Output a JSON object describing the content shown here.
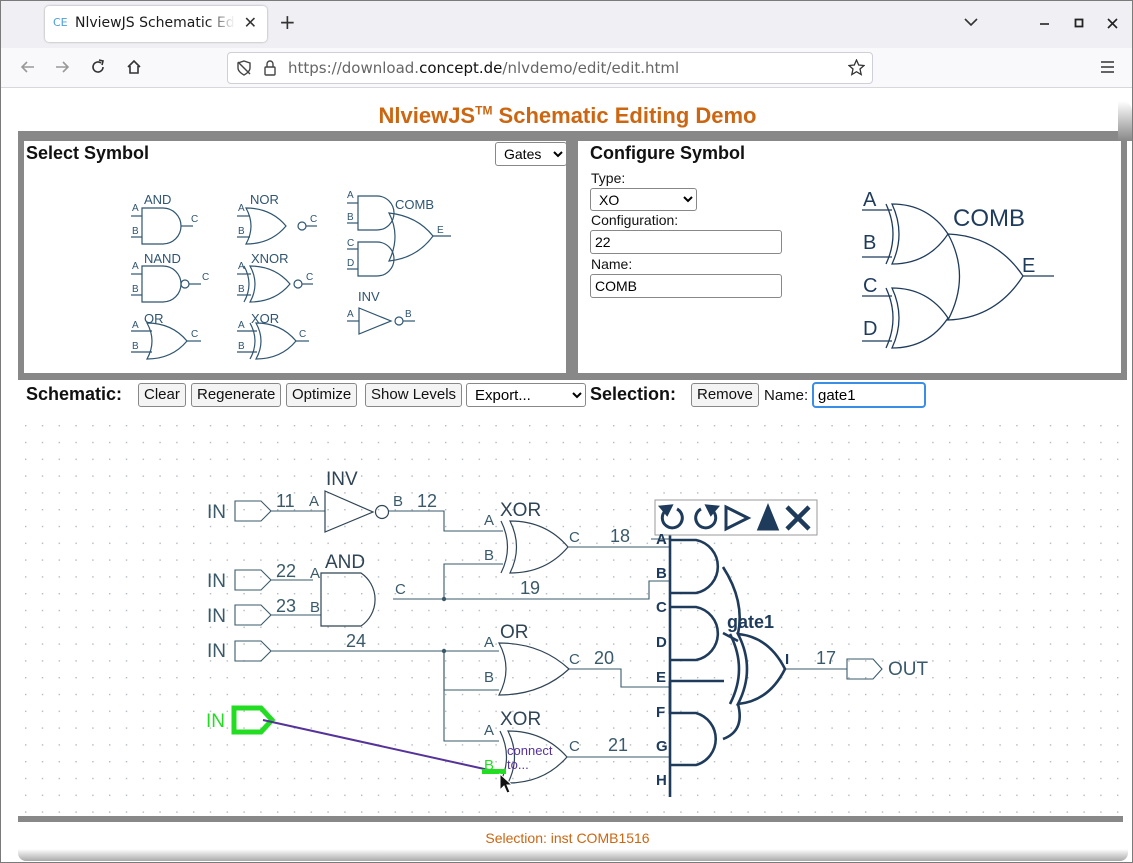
{
  "browser": {
    "tab_favicon": "CE",
    "tab_title": "NlviewJS Schematic Editing",
    "tab_close": "✕",
    "new_tab": "+",
    "url_prefix": "https://download.",
    "url_domain": "concept.de",
    "url_path": "/nlvdemo/edit/edit.html",
    "icons": [
      "back-icon",
      "forward-icon",
      "reload-icon",
      "home-icon",
      "shield-icon",
      "lock-icon",
      "star-icon",
      "menu-icon",
      "minimize-icon",
      "maximize-icon",
      "close-icon"
    ]
  },
  "page": {
    "title": "NlviewJS",
    "title_tm": "TM",
    "title_rest": " Schematic Editing Demo",
    "status": "Selection: inst COMB1516"
  },
  "select_symbol": {
    "heading": "Select Symbol",
    "library": "Gates",
    "gates": {
      "and": "AND",
      "nor": "NOR",
      "comb": "COMB",
      "nand": "NAND",
      "xnor": "XNOR",
      "inv": "INV",
      "or": "OR",
      "xor": "XOR",
      "pin_a": "A",
      "pin_b": "B",
      "pin_c": "C",
      "pin_d": "D",
      "pin_e": "E"
    }
  },
  "configure_symbol": {
    "heading": "Configure Symbol",
    "type_label": "Type:",
    "type_value": "XO",
    "config_label": "Configuration:",
    "config_value": "22",
    "name_label": "Name:",
    "name_value": "COMB",
    "preview": {
      "name": "COMB",
      "pins": [
        "A",
        "B",
        "C",
        "D",
        "E"
      ]
    }
  },
  "schematic_toolbar": {
    "label": "Schematic:",
    "clear": "Clear",
    "regenerate": "Regenerate",
    "optimize": "Optimize",
    "show_levels": "Show Levels",
    "export": "Export..."
  },
  "selection_toolbar": {
    "label": "Selection:",
    "remove": "Remove",
    "name_label": "Name:",
    "name_value": "gate1"
  },
  "schematic": {
    "ports_in": [
      "IN",
      "IN",
      "IN",
      "IN",
      "IN"
    ],
    "port_out": "OUT",
    "nets": [
      "11",
      "12",
      "22",
      "23",
      "24",
      "18",
      "19",
      "20",
      "21",
      "17"
    ],
    "inv": {
      "name": "INV",
      "a": "A",
      "b": "B"
    },
    "and": {
      "name": "AND",
      "a": "A",
      "b": "B",
      "c": "C"
    },
    "xor1": {
      "name": "XOR",
      "a": "A",
      "b": "B",
      "c": "C"
    },
    "or": {
      "name": "OR",
      "a": "A",
      "b": "B",
      "c": "C"
    },
    "xor2": {
      "name": "XOR",
      "a": "A",
      "b": "B",
      "c": "C"
    },
    "gate1": {
      "name": "gate1",
      "pins": [
        "A",
        "B",
        "C",
        "D",
        "E",
        "F",
        "G",
        "H"
      ],
      "out": "I"
    },
    "hint": [
      "connect",
      "to..."
    ],
    "context_icons": [
      "rotate-left-icon",
      "rotate-right-icon",
      "flip-horizontal-icon",
      "flip-vertical-icon",
      "delete-icon"
    ]
  },
  "colors": {
    "accent": "#cc6611",
    "wire": "#3a5a6a",
    "symbol": "#1f3b5c",
    "highlight": "#22dd22",
    "drag": "#553399"
  }
}
